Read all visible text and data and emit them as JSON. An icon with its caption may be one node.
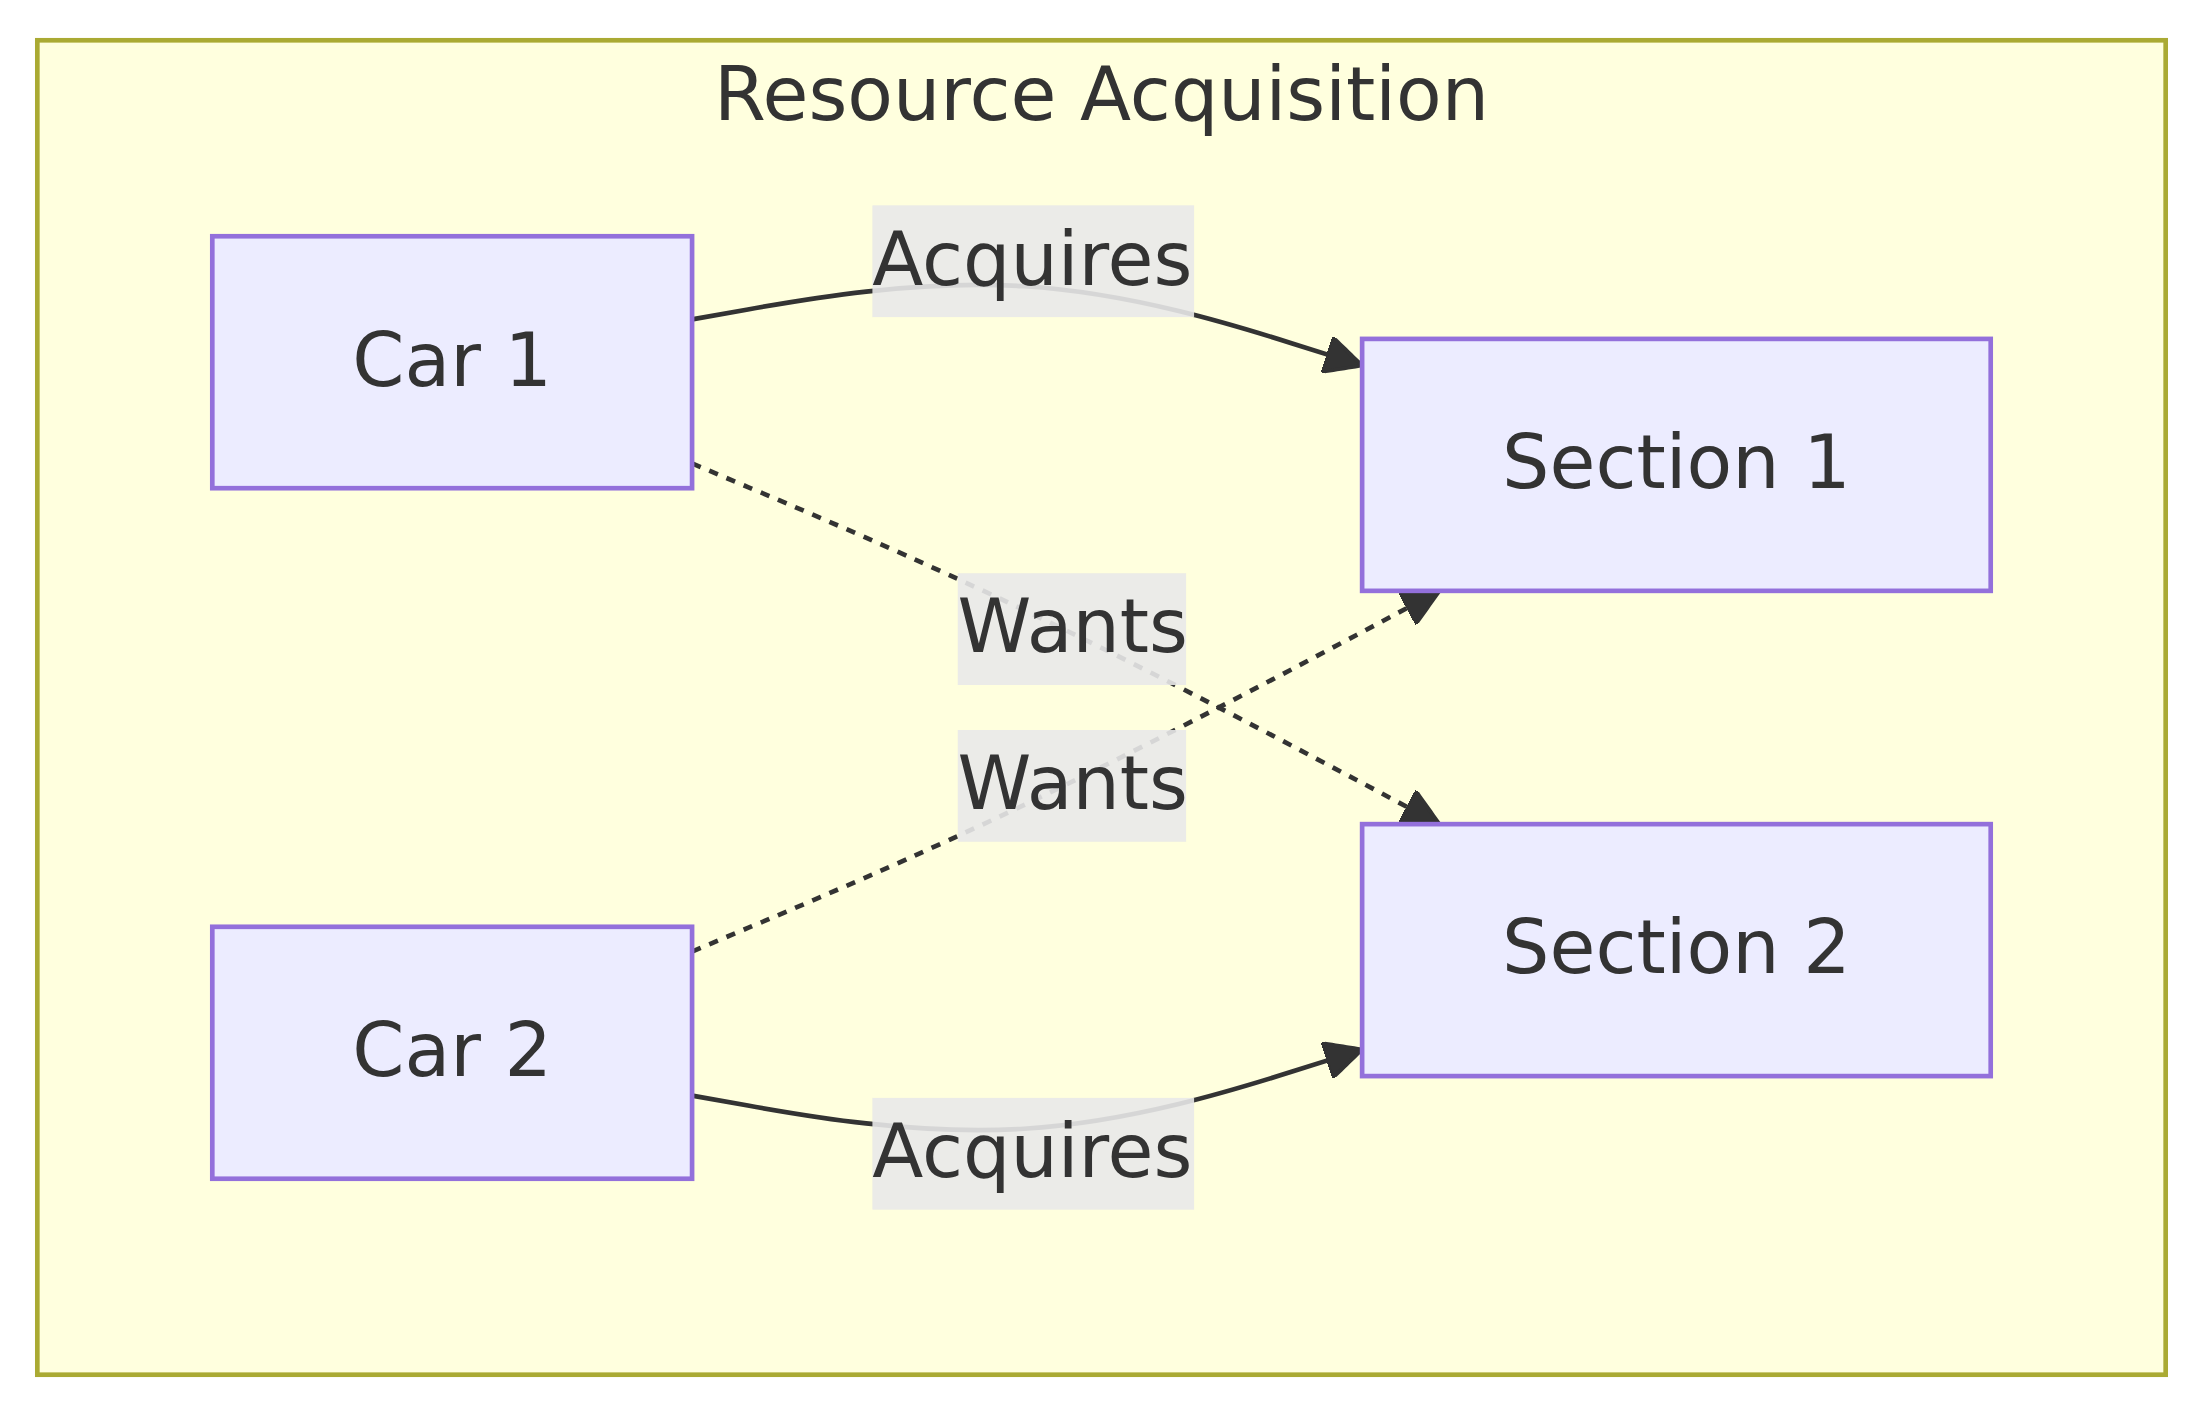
{
  "diagram": {
    "nodes": [
      {
        "text": [
          "Resource Acquisition"
        ]
      },
      {
        "text": [
          "Car 1"
        ],
        "in": 0
      },
      {
        "text": [
          "Car 2"
        ],
        "in": 0
      },
      {
        "text": [
          "Section 1"
        ],
        "in": 0
      },
      {
        "text": [
          "Section 2"
        ],
        "in": 0
      }
    ],
    "edges": [
      {
        "from": 1,
        "to": 3,
        "arrow": "to",
        "label": "Acquires"
      },
      {
        "from": 2,
        "to": 3,
        "arrow": "to",
        "label": "Wants",
        "style": "dashed"
      },
      {
        "from": 2,
        "to": 4,
        "arrow": "to",
        "label": "Acquires"
      },
      {
        "from": 1,
        "to": 4,
        "arrow": "to",
        "label": "Wants",
        "style": "dashed"
      }
    ]
  }
}
